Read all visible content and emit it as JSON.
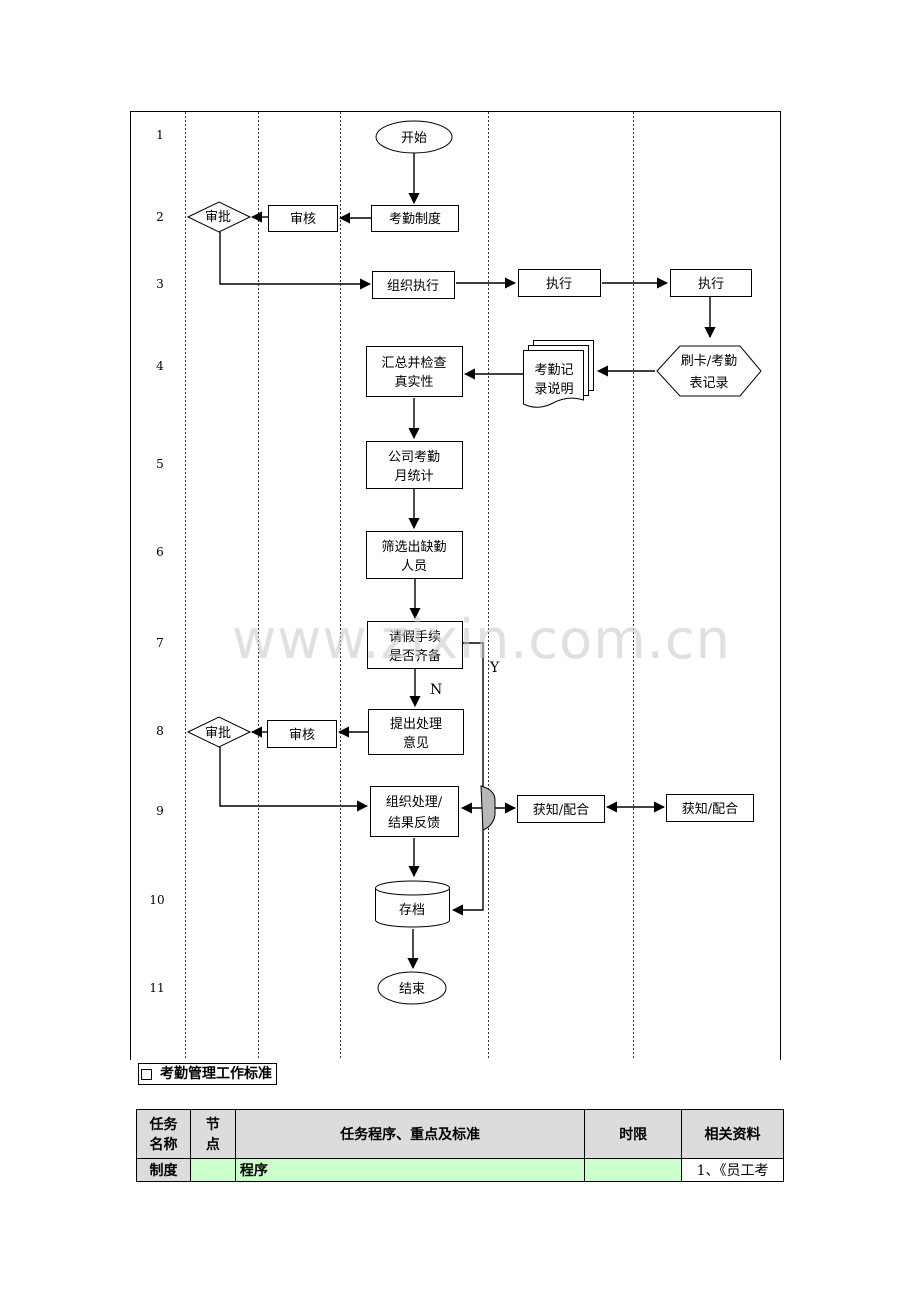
{
  "watermark": "www.zixin.com.cn",
  "flow": {
    "rows": [
      "1",
      "2",
      "3",
      "4",
      "5",
      "6",
      "7",
      "8",
      "9",
      "10",
      "11"
    ],
    "nodes": {
      "start": "开始",
      "attendance_policy": "考勤制度",
      "review_1": "审核",
      "approve_1": "审批",
      "organize_execute": "组织执行",
      "execute_1": "执行",
      "execute_2": "执行",
      "swipe_record": [
        "刷卡/考勤",
        "表记录"
      ],
      "attendance_note": [
        "考勤记",
        "录说明"
      ],
      "summarize_check": [
        "汇总并检查",
        "真实性"
      ],
      "monthly_stats": [
        "公司考勤",
        "月统计"
      ],
      "filter_absent": [
        "筛选出缺勤",
        "人员"
      ],
      "leave_complete": [
        "请假手续",
        "是否齐备"
      ],
      "label_n": "N",
      "label_y": "Y",
      "propose_handling": [
        "提出处理",
        "意见"
      ],
      "review_2": "审核",
      "approve_2": "审批",
      "organize_feedback": [
        "组织处理/",
        "结果反馈"
      ],
      "notify_1": "获知/配合",
      "notify_2": "获知/配合",
      "archive": "存档",
      "end": "结束"
    }
  },
  "section_title": "考勤管理工作标准",
  "table": {
    "headers": [
      "任务\n名称",
      "节\n点",
      "任务程序、重点及标准",
      "时限",
      "相关资料"
    ],
    "row1": [
      "制度",
      "",
      "程序",
      "",
      "1、《员工考"
    ]
  }
}
